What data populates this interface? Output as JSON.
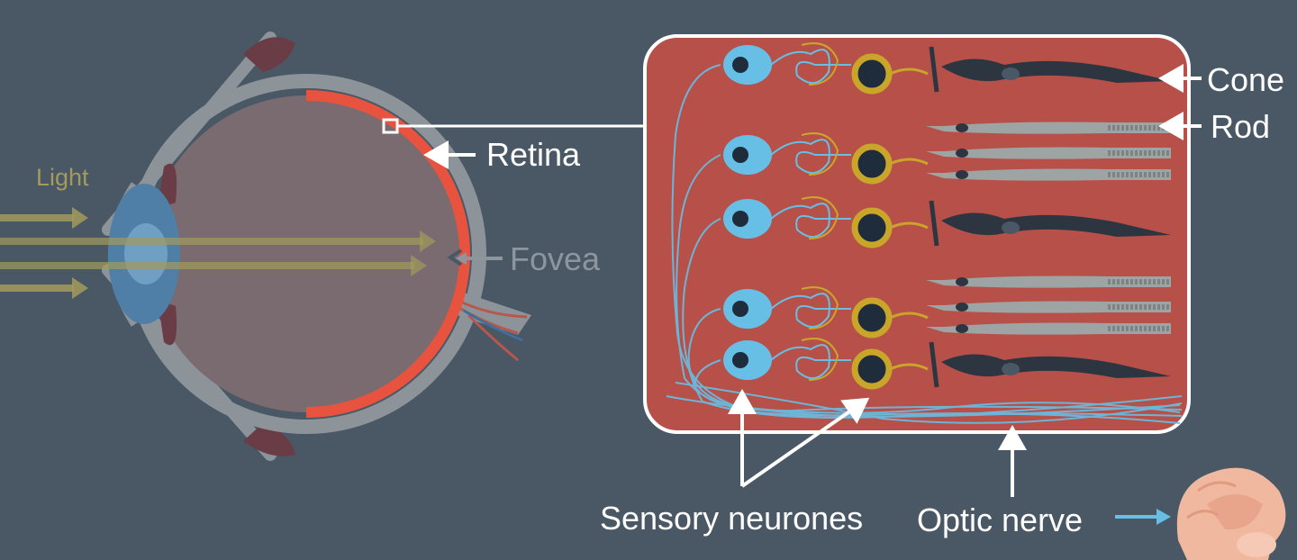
{
  "labels": {
    "light": "Light",
    "retina": "Retina",
    "fovea": "Fovea",
    "cone": "Cone",
    "rod": "Rod",
    "sensory_neurones": "Sensory neurones",
    "optic_nerve": "Optic nerve"
  },
  "colors": {
    "background": "#4a5866",
    "retina": "#e8533f",
    "panel": "#b65048",
    "ganglion_cell": "#67bfe6",
    "bipolar_cell": "#c9a62a",
    "cone_cell": "#2d3640",
    "rod_cell": "#9ea3a3",
    "light_arrow": "#a39a5c",
    "label_text": "#ffffff",
    "faded_text": "#8d969e"
  },
  "cells": {
    "rows": [
      "cone",
      "rods",
      "cone",
      "rods",
      "cone"
    ]
  }
}
